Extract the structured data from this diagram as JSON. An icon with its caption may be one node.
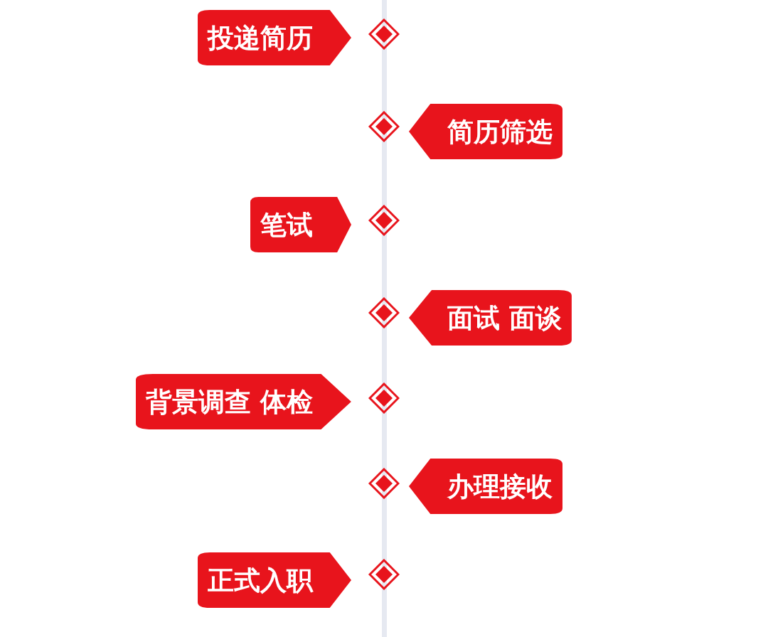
{
  "diagram": {
    "nodes": [
      {
        "text": [
          "投递简历"
        ]
      },
      {
        "text": [
          "简历筛选"
        ]
      },
      {
        "text": [
          "笔试"
        ]
      },
      {
        "text": [
          "面试 面谈"
        ]
      },
      {
        "text": [
          "背景调查 体检"
        ]
      },
      {
        "text": [
          "办理接收"
        ]
      },
      {
        "text": [
          "正式入职"
        ]
      }
    ]
  }
}
